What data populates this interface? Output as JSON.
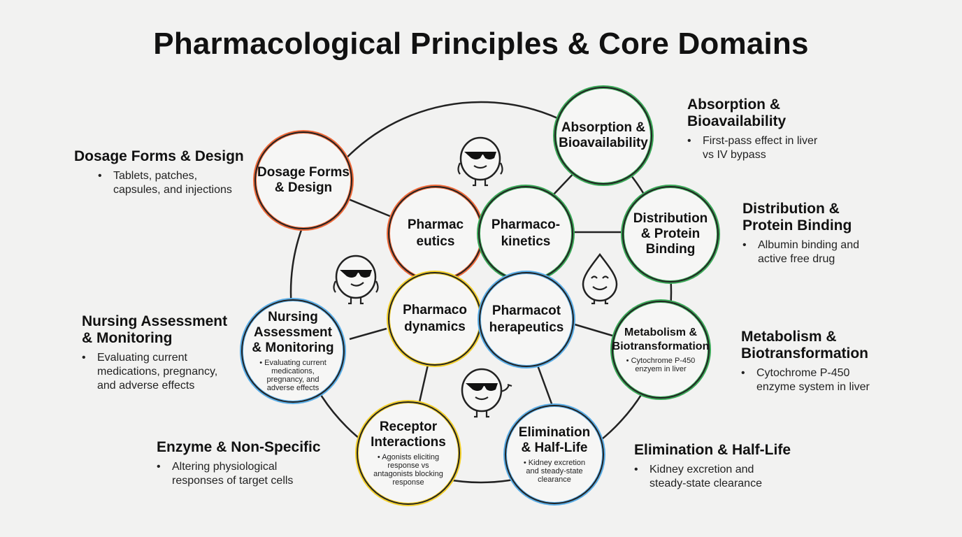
{
  "title": "Pharmacological Principles & Core Domains",
  "colors": {
    "orange": "#ee6a3a",
    "green": "#3aa857",
    "yellow": "#f2cf2a",
    "blue": "#5aade6",
    "outline": "#222222",
    "background": "#f2f2f1"
  },
  "core": {
    "pharmaceutics": "Pharmac\neutics",
    "pharmacokinetics": "Pharmaco-\nkinetics",
    "pharmacodynamics": "Pharmaco\ndynamics",
    "pharmacotherapeutics": "Pharmacot\nherapeutics"
  },
  "nodes": {
    "dosage": {
      "title": "Dosage Forms\n& Design"
    },
    "absorption": {
      "title": "Absorption &\nBioavailability"
    },
    "distribution": {
      "title": "Distribution\n& Protein\nBinding"
    },
    "metabolism": {
      "title": "Metabolism &\nBiotransformation",
      "bullet": "Cytochrome P-450\nenzyem in liver"
    },
    "elimination": {
      "title": "Elimination\n& Half-Life",
      "bullet": "Kidney excretion\nand steady-state\nclearance"
    },
    "receptor": {
      "title": "Receptor\nInteractions",
      "bullet": "Agonists eliciting\nresponse vs\nantagonists blocking\nresponse"
    },
    "nursing": {
      "title": "Nursing\nAssessment\n& Monitoring",
      "bullet": "Evaluating current\nmedications,\npregnancy, and\nadverse effects"
    }
  },
  "labels": {
    "dosage": {
      "title": "Dosage Forms & Design",
      "bullet": "Tablets, patches,\ncapsules, and injections"
    },
    "absorption": {
      "title": "Absorption &\nBioavailability",
      "bullet": "First-pass effect in liver\nvs IV bypass"
    },
    "distribution": {
      "title": "Distribution &\nProtein Binding",
      "bullet": "Albumin binding and\nactive free drug"
    },
    "metabolism": {
      "title": "Metabolism &\nBiotransformation",
      "bullet": "Cytochrome P-450\nenzyme system in liver"
    },
    "elimination": {
      "title": "Elimination & Half-Life",
      "bullet": "Kidney excretion and\nsteady-state clearance"
    },
    "enzyme": {
      "title": "Enzyme & Non-Specific",
      "bullet": "Altering physiological\nresponses of target cells"
    },
    "nursing": {
      "title": "Nursing Assessment\n& Monitoring",
      "bullet": "Evaluating current\nmedications, pregnancy,\nand adverse effects"
    }
  },
  "mascots": [
    "cool-pill-character-icon",
    "cool-pill-character-icon",
    "happy-drop-character-icon",
    "waving-pill-character-icon"
  ]
}
